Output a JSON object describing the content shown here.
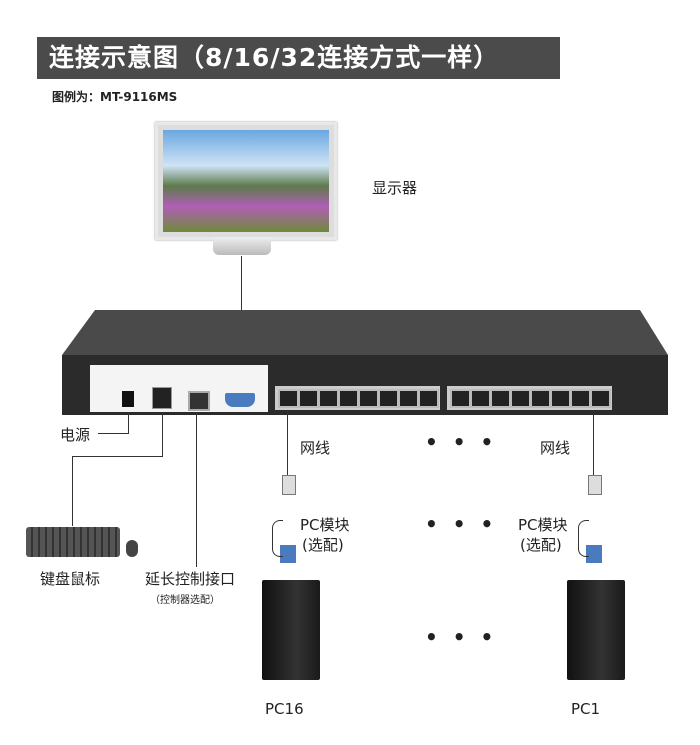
{
  "title": "连接示意图（8/16/32连接方式一样）",
  "subtitle": "图例为：MT-9116MS",
  "labels": {
    "monitor": "显示器",
    "power": "电源",
    "keyboard_mouse": "键盘鼠标",
    "extension": "延长控制接口",
    "extension_note": "（控制器选配）",
    "cable_left": "网线",
    "cable_right": "网线",
    "module_left": "PC模块",
    "module_left_note": "(选配)",
    "module_right": "PC模块",
    "module_right_note": "(选配)",
    "pc_left": "PC16",
    "pc_right": "PC1",
    "ellipsis": "• • •"
  }
}
